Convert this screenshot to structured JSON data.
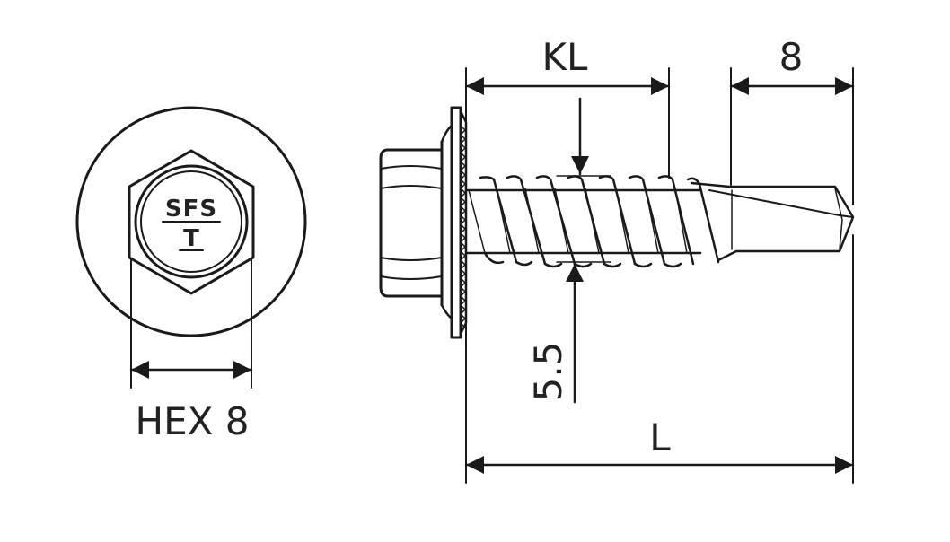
{
  "labels": {
    "hex": "HEX 8",
    "kl": "KL",
    "drill_length": "8",
    "diameter": "5.5",
    "length": "L"
  },
  "head_marking": {
    "brand": "SFS",
    "type": "T"
  },
  "colors": {
    "line": "#1a1a1a",
    "background": "#ffffff",
    "text": "#222222"
  }
}
